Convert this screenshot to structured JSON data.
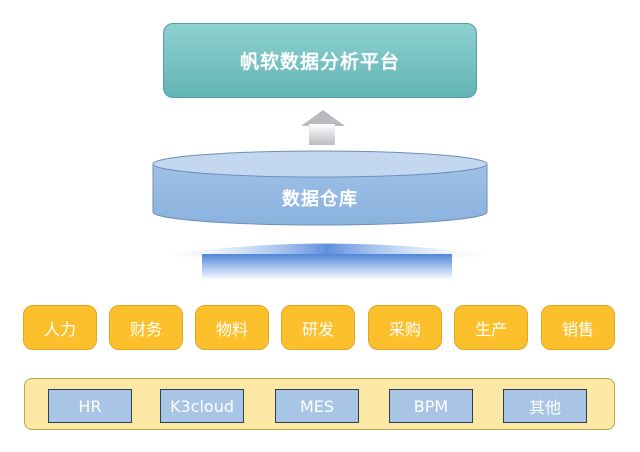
{
  "platform": {
    "label": "帆软数据分析平台"
  },
  "warehouse": {
    "label": "数据仓库"
  },
  "departments": [
    "人力",
    "财务",
    "物料",
    "研发",
    "采购",
    "生产",
    "销售"
  ],
  "systems": [
    "HR",
    "K3cloud",
    "MES",
    "BPM",
    "其他"
  ],
  "colors": {
    "platform": "#74c1c1",
    "warehouse": "#9cbfe6",
    "department": "#fcc02c",
    "systems_band": "#fbe8a4",
    "system_box": "#a9c5e6"
  }
}
